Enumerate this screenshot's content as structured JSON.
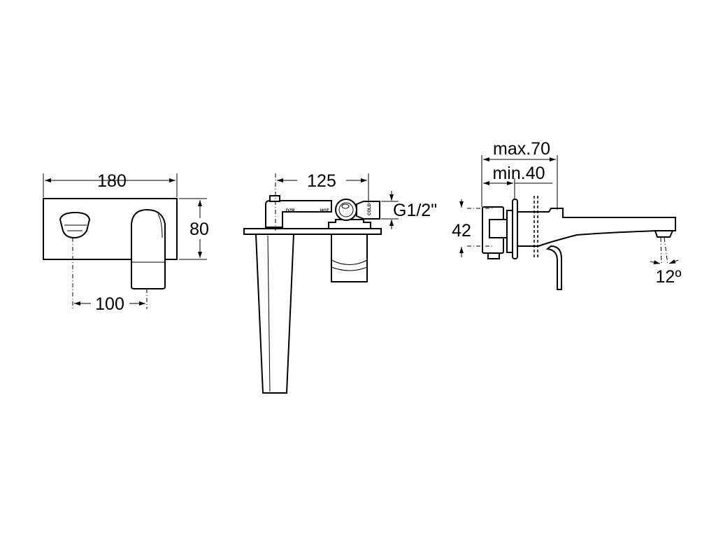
{
  "front_view": {
    "width_dim": "180",
    "height_dim": "80",
    "spacing_dim": "100"
  },
  "side_view": {
    "depth_dim": "125",
    "thread_dim": "G1/2\"",
    "body_labels": {
      "dzr": "DZR",
      "hot": "HOT",
      "cold": "COLD"
    }
  },
  "profile_view": {
    "max_dim": "max.70",
    "min_dim": "min.40",
    "height_dim": "42",
    "angle_dim": "12º"
  },
  "colors": {
    "line": "#000000",
    "background": "#ffffff"
  }
}
